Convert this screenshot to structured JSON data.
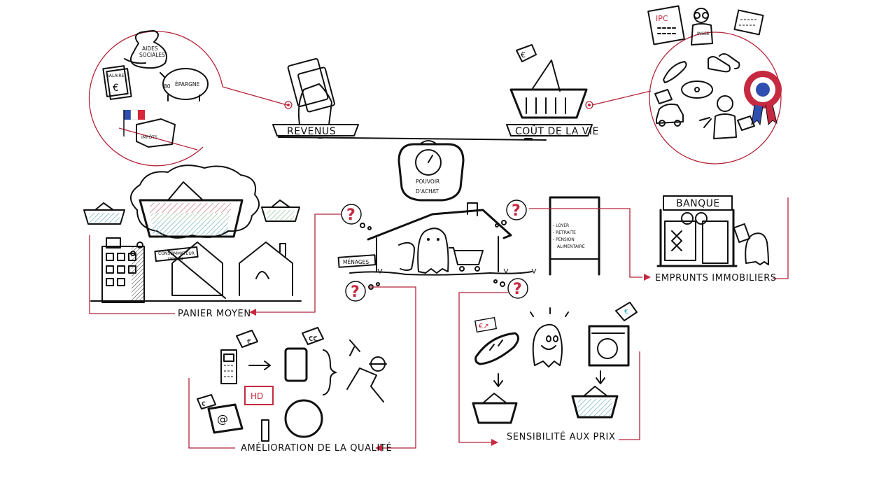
{
  "top_banner": "",
  "balance": {
    "left_plate": "REVENUS",
    "right_plate": "COÛT DE LA VIE",
    "gauge_line1": "POUVOIR",
    "gauge_line2": "D'ACHAT"
  },
  "revenus_circle": {
    "bag_line1": "AIDES",
    "bag_line2": "SOCIALES",
    "salary_label": "SALAIRE",
    "euro_symbol": "€",
    "piggy_label": "ÉPARGNE",
    "piggy_number": "80",
    "tax_label": "IMPÔTS"
  },
  "cout_circle": {
    "calc_label": "IPC",
    "person_label": "INSEE",
    "euro_symbol": "€"
  },
  "house": {
    "sign_label": "MÉNAGES",
    "board_lines": [
      "- LOYER",
      "- RETRAITE",
      "- PENSION",
      "ALIMENTAIRE"
    ]
  },
  "panier_moyen": {
    "label": "PANIER MOYEN",
    "tag_line1": "CONSOMMATEUR",
    "tag_line2": "MOYEN"
  },
  "emprunts": {
    "label": "EMPRUNTS IMMOBILIERS",
    "bank_label": "BANQUE"
  },
  "qualite": {
    "label": "AMÉLIORATION DE LA QUALITÉ",
    "tag1": "€",
    "tag2": "€€",
    "tv_label": "HD",
    "laptop_tag": "€"
  },
  "sensibilite": {
    "label": "SENSIBILITÉ AUX PRIX",
    "bread_tag": "€↗",
    "machine_tag": "€"
  },
  "question_mark": "?"
}
